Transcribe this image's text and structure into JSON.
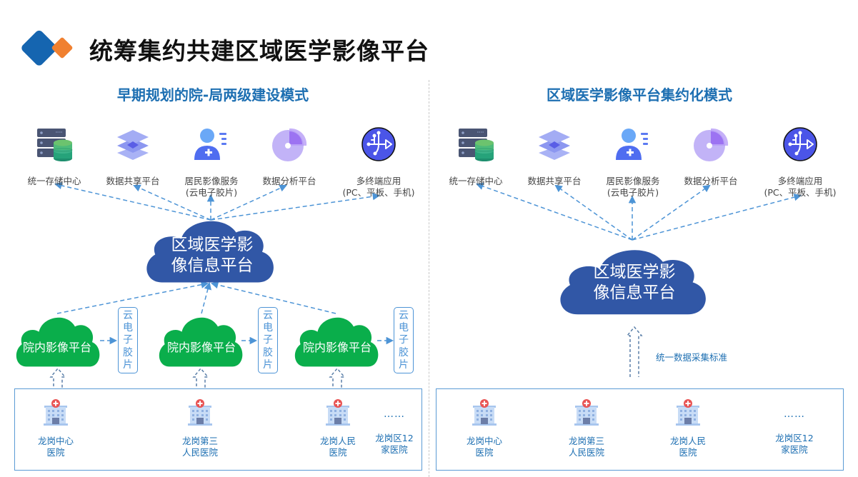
{
  "header": {
    "title": "统筹集约共建区域医学影像平台",
    "logo": "diamond-logo-icon",
    "colors": {
      "logo_blue": "#1565b0",
      "logo_orange": "#f08030"
    }
  },
  "colors": {
    "section_title": "#1d6fb2",
    "cloud_blue": "#3157a6",
    "cloud_green": "#0aae4b",
    "arrow": "#4d94d6",
    "hospital_label": "#1d6fb2"
  },
  "left": {
    "title": "早期规划的院-局两级建设模式",
    "services": [
      {
        "icon": "storage-server-icon",
        "lines": [
          "统一存储中心"
        ]
      },
      {
        "icon": "layers-icon",
        "lines": [
          "数据共享平台"
        ]
      },
      {
        "icon": "resident-medical-icon",
        "lines": [
          "居民影像服务",
          "(云电子胶片)"
        ]
      },
      {
        "icon": "pie-analytics-icon",
        "lines": [
          "数据分析平台"
        ]
      },
      {
        "icon": "multi-terminal-icon",
        "lines": [
          "多终端应用",
          "(PC、平板、手机)"
        ]
      }
    ],
    "central_cloud": {
      "lines": [
        "区域医学影",
        "像信息平台"
      ]
    },
    "hospital_clouds": [
      {
        "label": "院内影像平台"
      },
      {
        "label": "院内影像平台"
      },
      {
        "label": "院内影像平台"
      }
    ],
    "film_boxes": [
      {
        "chars": [
          "云",
          "电",
          "子",
          "胶",
          "片"
        ]
      },
      {
        "chars": [
          "云",
          "电",
          "子",
          "胶",
          "片"
        ]
      },
      {
        "chars": [
          "云",
          "电",
          "子",
          "胶",
          "片"
        ]
      }
    ],
    "hospitals": [
      {
        "icon": "hospital-icon",
        "lines": [
          "龙岗中心",
          "医院"
        ]
      },
      {
        "icon": "hospital-icon",
        "lines": [
          "龙岗第三",
          "人民医院"
        ]
      },
      {
        "icon": "hospital-icon",
        "lines": [
          "龙岗人民",
          "医院"
        ]
      },
      {
        "icon": "ellipsis",
        "dots": "……",
        "lines": [
          "龙岗区12",
          "家医院"
        ]
      }
    ]
  },
  "right": {
    "title": "区域医学影像平台集约化模式",
    "services": [
      {
        "icon": "storage-server-icon",
        "lines": [
          "统一存储中心"
        ]
      },
      {
        "icon": "layers-icon",
        "lines": [
          "数据共享平台"
        ]
      },
      {
        "icon": "resident-medical-icon",
        "lines": [
          "居民影像服务",
          "(云电子胶片)"
        ]
      },
      {
        "icon": "pie-analytics-icon",
        "lines": [
          "数据分析平台"
        ]
      },
      {
        "icon": "multi-terminal-icon",
        "lines": [
          "多终端应用",
          "(PC、平板、手机)"
        ]
      }
    ],
    "central_cloud": {
      "lines": [
        "区域医学影",
        "像信息平台"
      ]
    },
    "standard_label": "统一数据采集标准",
    "hospitals": [
      {
        "icon": "hospital-icon",
        "lines": [
          "龙岗中心",
          "医院"
        ]
      },
      {
        "icon": "hospital-icon",
        "lines": [
          "龙岗第三",
          "人民医院"
        ]
      },
      {
        "icon": "hospital-icon",
        "lines": [
          "龙岗人民",
          "医院"
        ]
      },
      {
        "icon": "ellipsis",
        "dots": "……",
        "lines": [
          "龙岗区12",
          "家医院"
        ]
      }
    ]
  }
}
